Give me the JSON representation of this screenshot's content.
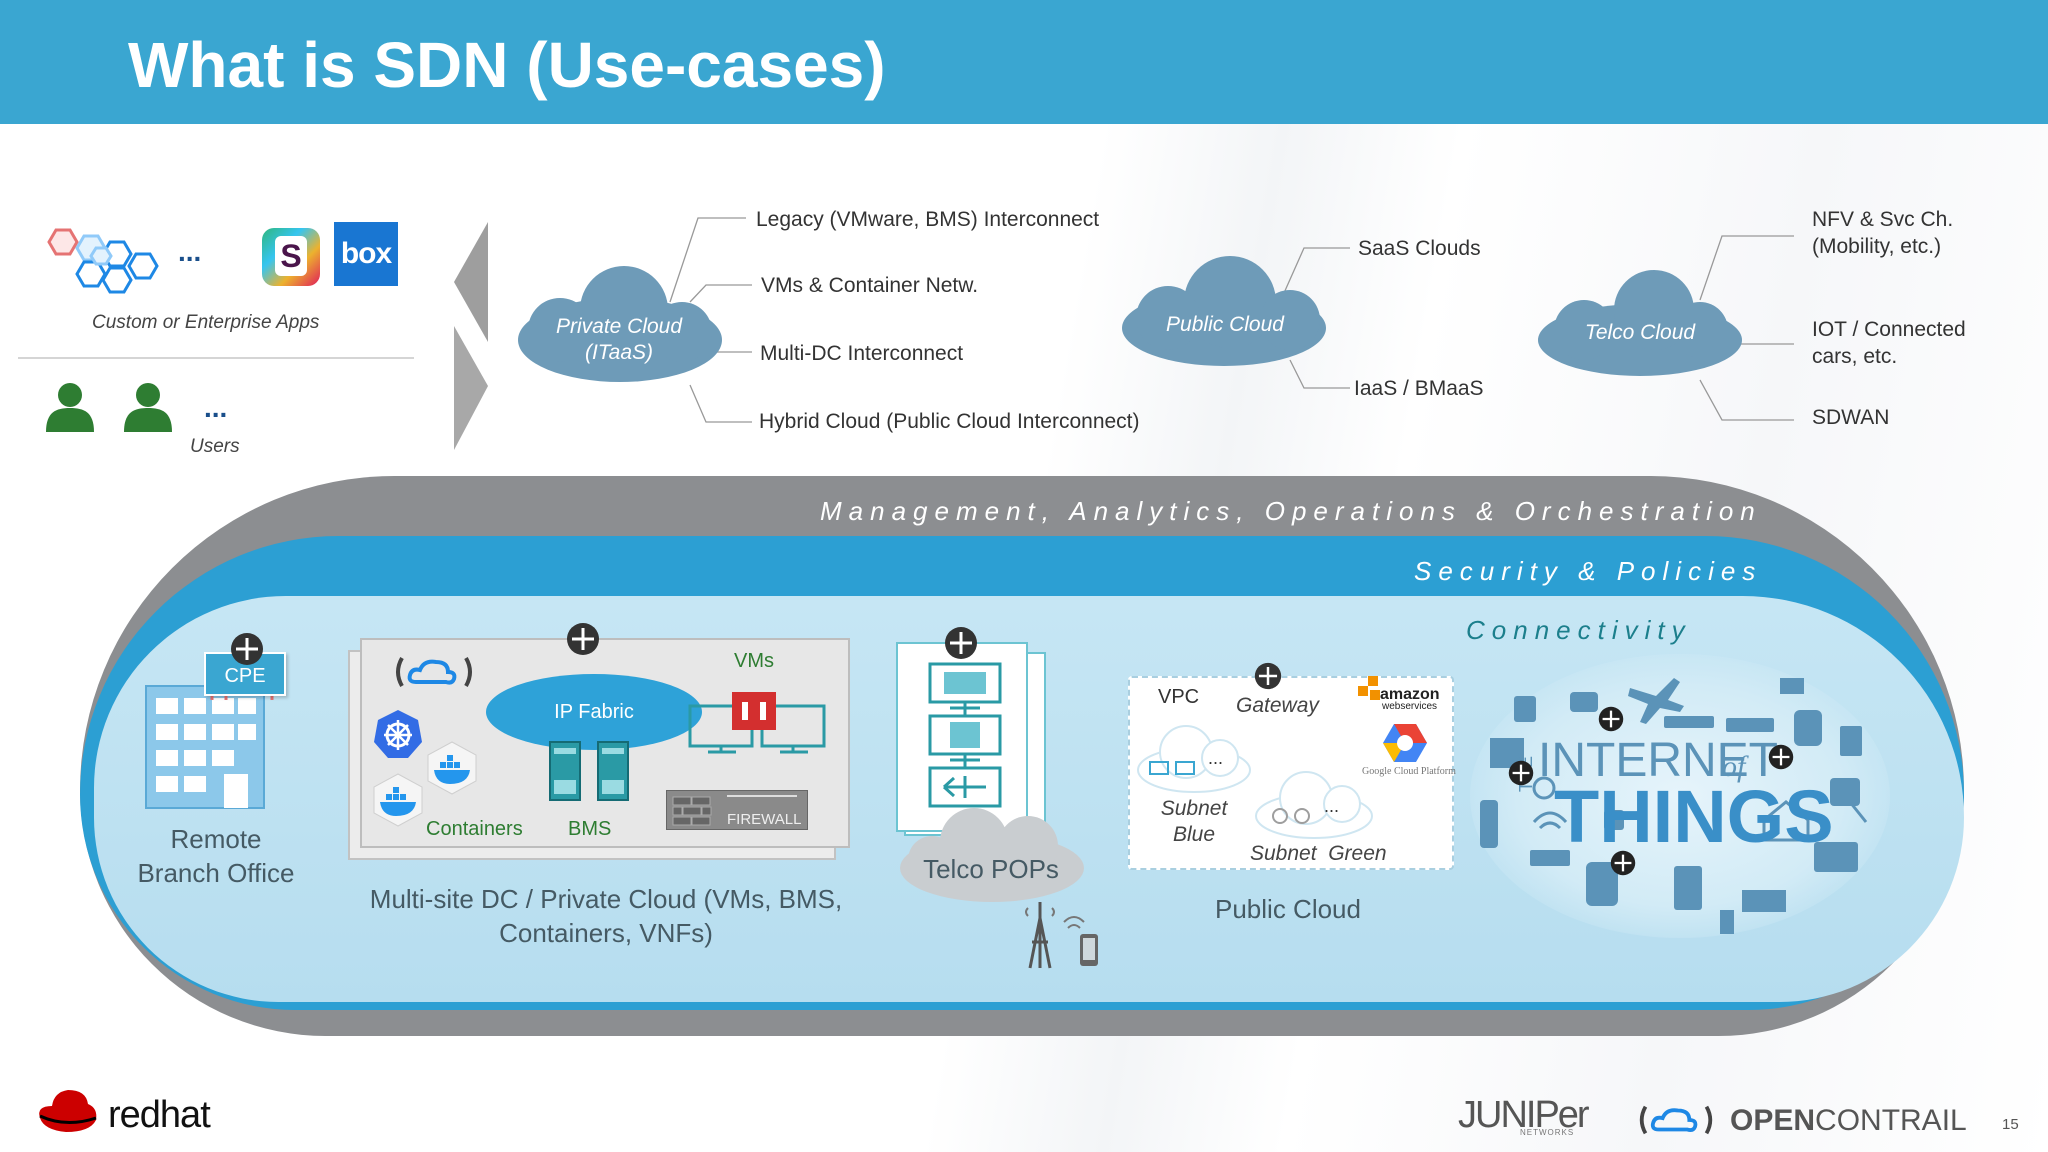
{
  "header": {
    "title": "What is SDN (Use-cases)"
  },
  "left_panel": {
    "apps_ellipsis": "...",
    "apps_label": "Custom or Enterprise Apps",
    "slack_letter": "S",
    "box_label": "box",
    "users_ellipsis": "...",
    "users_label": "Users"
  },
  "clouds": {
    "private": {
      "line1": "Private Cloud",
      "line2": "(ITaaS)"
    },
    "public": {
      "label": "Public Cloud"
    },
    "telco": {
      "label": "Telco Cloud"
    }
  },
  "use_cases": {
    "private": [
      "Legacy (VMware, BMS) Interconnect",
      "VMs & Container Netw.",
      "Multi-DC Interconnect",
      "Hybrid Cloud (Public Cloud Interconnect)"
    ],
    "public": [
      "SaaS Clouds",
      "IaaS / BMaaS"
    ],
    "telco": [
      "NFV & Svc Ch.",
      "(Mobility, etc.)",
      "IOT / Connected",
      "cars, etc.",
      "SDWAN"
    ]
  },
  "bands": {
    "management": "Management, Analytics, Operations & Orchestration",
    "security": "Security & Policies",
    "connectivity": "Connectivity"
  },
  "sections": {
    "branch": {
      "cpe": "CPE",
      "line1": "Remote",
      "line2": "Branch Office"
    },
    "dc": {
      "ip_fabric": "IP Fabric",
      "vms": "VMs",
      "containers": "Containers",
      "bms": "BMS",
      "firewall": "FIREWALL",
      "line1": "Multi-site DC / Private Cloud  (VMs, BMS,",
      "line2": "Containers, VNFs)"
    },
    "telco": {
      "label": "Telco POPs"
    },
    "public": {
      "vpc": "VPC",
      "gateway": "Gateway",
      "subnet_blue_1": "Subnet",
      "subnet_blue_2": "Blue",
      "subnet_green": "Subnet  Green",
      "ellipsis": "...",
      "amazon_1": "amazon",
      "amazon_2": "webservices",
      "google": "Google Cloud Platform",
      "label": "Public Cloud"
    },
    "iot": {
      "the": "THE",
      "internet": "INTERNET",
      "of": "of",
      "things": "THINGS"
    }
  },
  "footer": {
    "redhat": "redhat",
    "juniper": "JUNIPer",
    "juniper_sub": "NETWORKS",
    "opencontrail_1": "OPEN",
    "opencontrail_2": "CONTRAIL",
    "page_number": "15"
  },
  "colors": {
    "header": "#3aa6d1",
    "cloud": "#6e9bb8",
    "band_gray": "#8c8e91",
    "band_blue": "#2c9fd3",
    "inner_light": "#bfe3f2",
    "teal": "#2a9aa5",
    "user_green": "#2e7d32",
    "redhat_red": "#cc0000"
  }
}
